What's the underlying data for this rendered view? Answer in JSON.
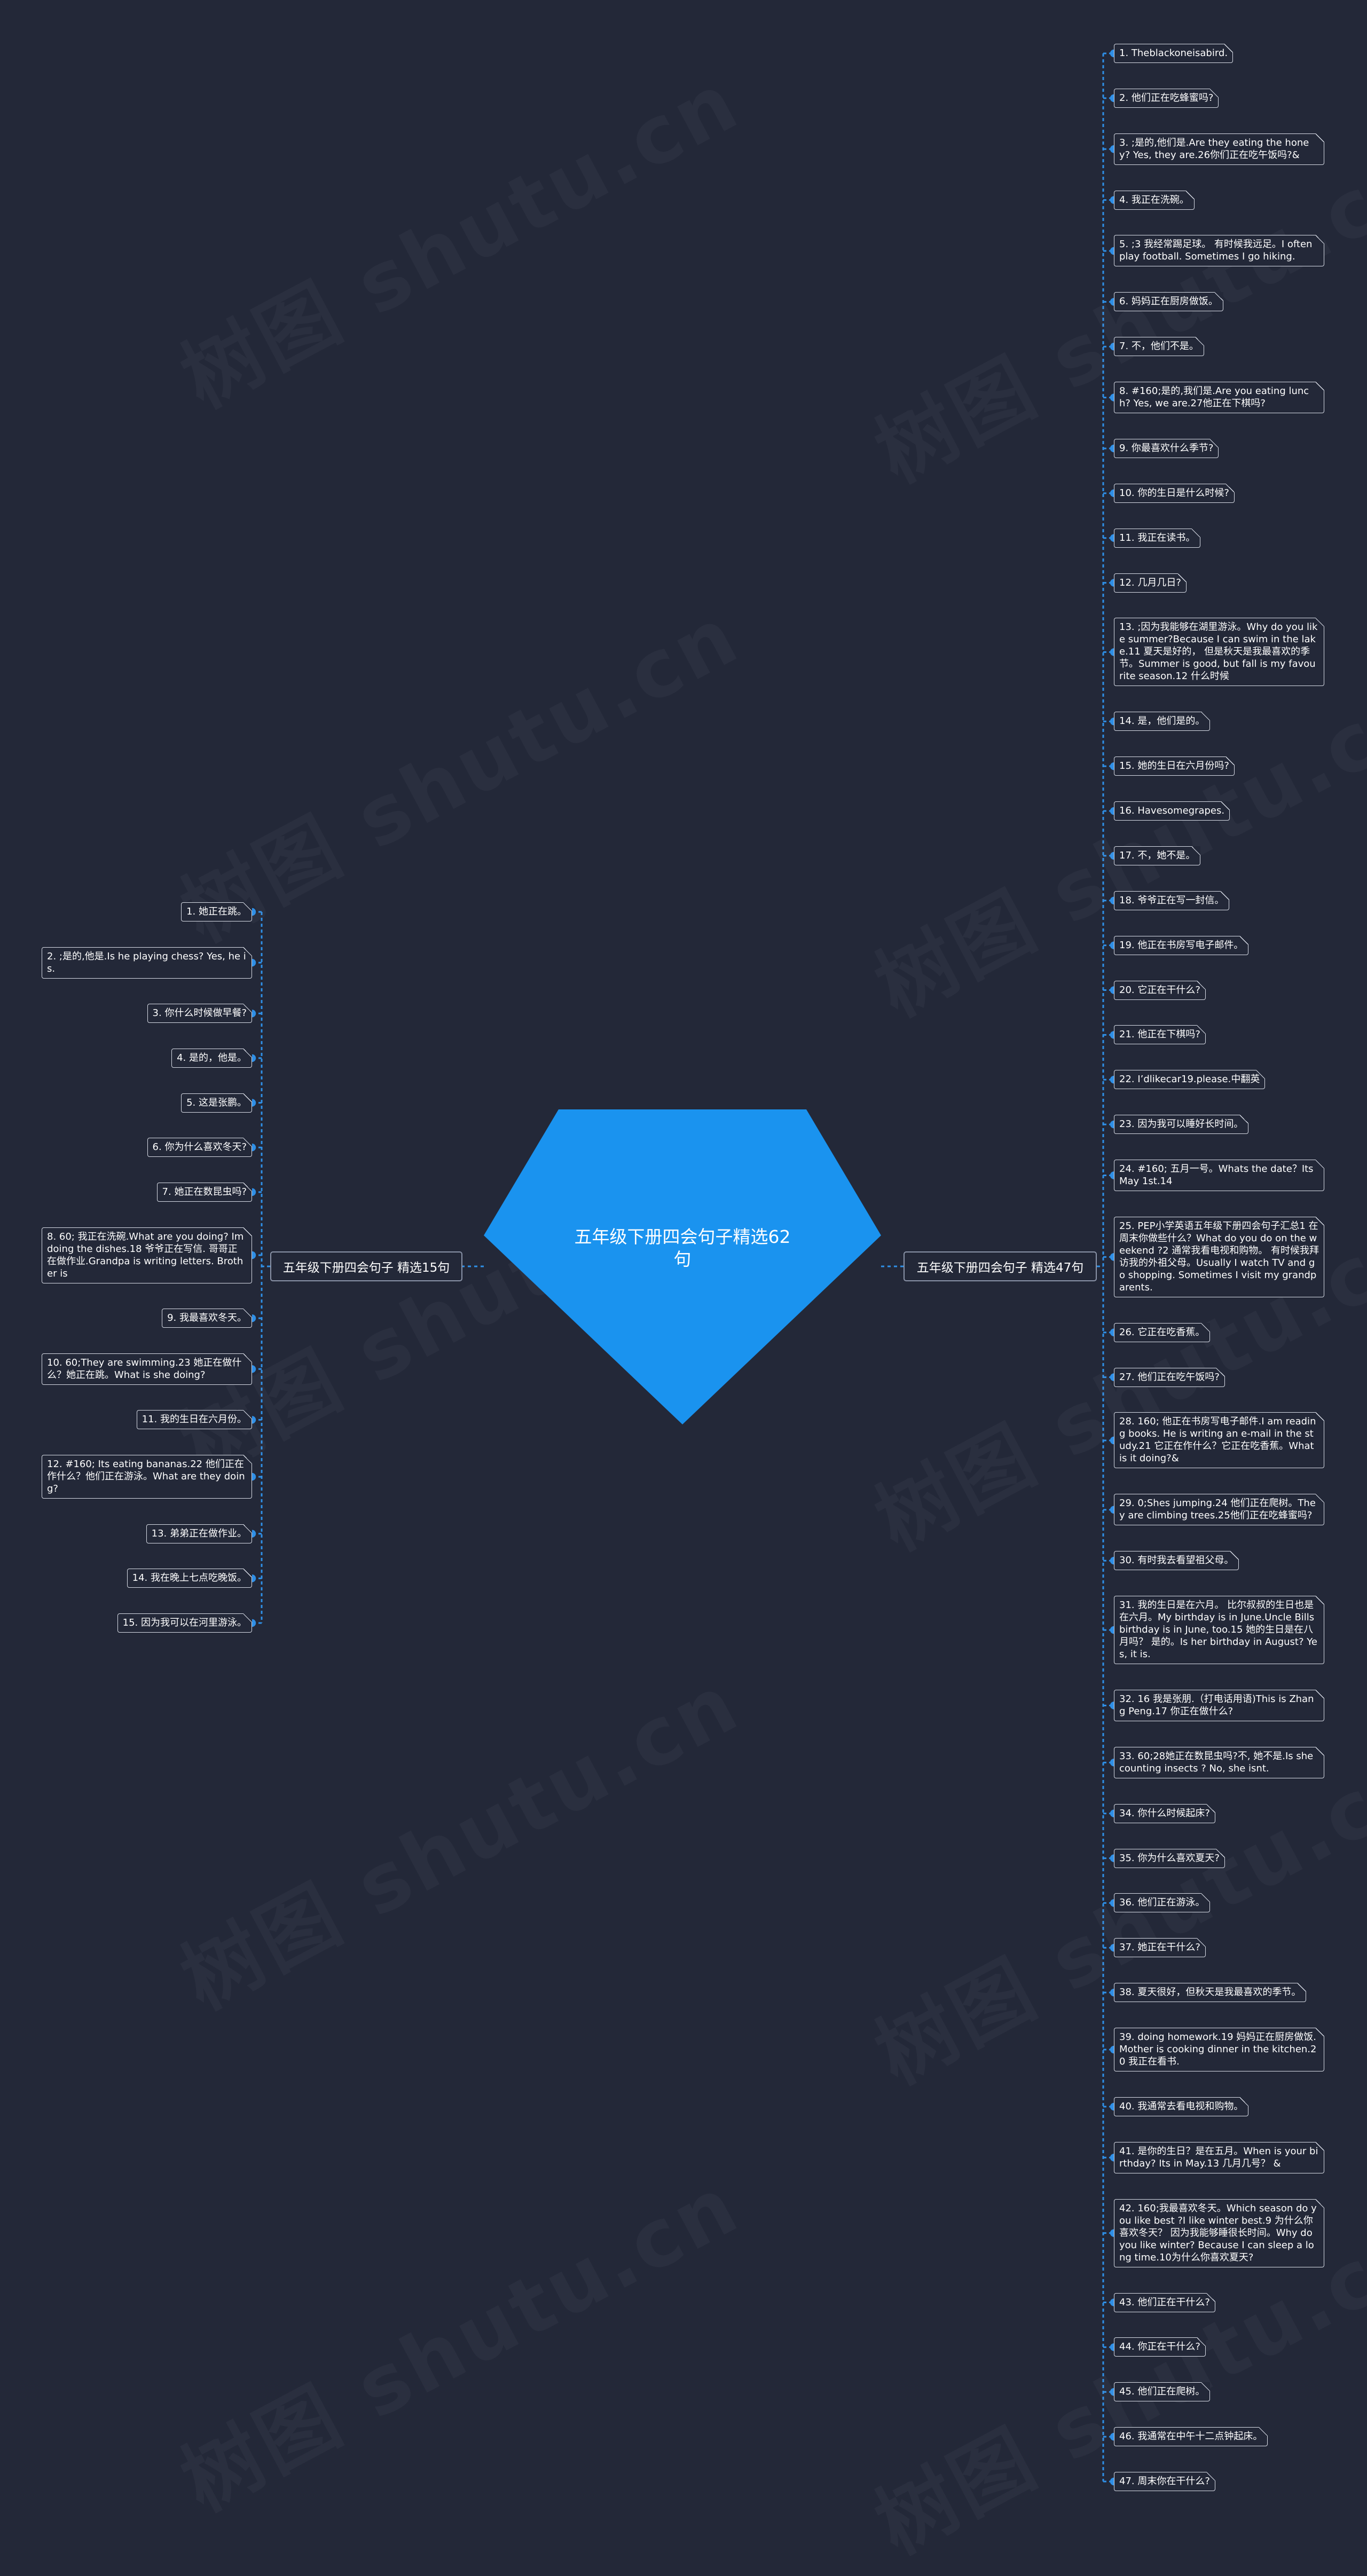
{
  "center": {
    "title": "五年级下册四会句子精选62句"
  },
  "branches": {
    "left": {
      "label": "五年级下册四会句子 精选15句"
    },
    "right": {
      "label": "五年级下册四会句子 精选47句"
    }
  },
  "watermark": "树图 shutu.cn",
  "colors": {
    "background": "#232838",
    "center": "#1a93ef",
    "connector": "#2f8fe6",
    "leaf_border": "#d8dce6"
  },
  "left_items": [
    "1. 她正在跳。",
    "2. ;是的,他是.Is he playing chess? Yes, he is.",
    "3. 你什么时候做早餐?",
    "4. 是的，他是。",
    "5. 这是张鹏。",
    "6. 你为什么喜欢冬天?",
    "7. 她正在数昆虫吗?",
    "8. 60; 我正在洗碗.What are you doing? Im doing the dishes.18 爷爷正在写信. 哥哥正在做作业.Grandpa is writing letters. Brother is",
    "9. 我最喜欢冬天。",
    "10. 60;They are swimming.23 她正在做什么？她正在跳。What is she doing?",
    "11. 我的生日在六月份。",
    "12. #160; Its eating bananas.22 他们正在作什么？他们正在游泳。What are they doing?",
    "13. 弟弟正在做作业。",
    "14. 我在晚上七点吃晚饭。",
    "15. 因为我可以在河里游泳。"
  ],
  "right_items": [
    "1. Theblackoneisabird.",
    "2. 他们正在吃蜂蜜吗?",
    "3. ;是的,他们是.Are they eating the honey? Yes, they are.26你们正在吃午饭吗?&",
    "4. 我正在洗碗。",
    "5. ;3 我经常踢足球。 有时候我远足。I often play football. Sometimes I go hiking.",
    "6. 妈妈正在厨房做饭。",
    "7. 不，他们不是。",
    "8. #160;是的,我们是.Are you eating lunch? Yes, we are.27他正在下棋吗?",
    "9. 你最喜欢什么季节?",
    "10. 你的生日是什么时候?",
    "11. 我正在读书。",
    "12. 几月几日?",
    "13. ;因为我能够在湖里游泳。Why do you like summer?Because I can swim in the lake.11 夏天是好的， 但是秋天是我最喜欢的季节。Summer is good, but fall is my favourite season.12 什么时候",
    "14. 是，他们是的。",
    "15. 她的生日在六月份吗?",
    "16. Havesomegrapes.",
    "17. 不，她不是。",
    "18. 爷爷正在写一封信。",
    "19. 他正在书房写电子邮件。",
    "20. 它正在干什么?",
    "21. 他正在下棋吗?",
    "22. I’dlikecar19.please.中翻英",
    "23. 因为我可以睡好长时间。",
    "24. #160; 五月一号。Whats the date？Its May 1st.14",
    "25. PEP小学英语五年级下册四会句子汇总1 在周末你做些什么？What do you do on the weekend ?2 通常我看电视和购物。 有时候我拜访我的外祖父母。Usually I watch TV and go shopping. Sometimes I visit my grandparents.",
    "26. 它正在吃香蕉。",
    "27. 他们正在吃午饭吗?",
    "28. 160; 他正在书房写电子邮件.I am reading books. He is writing an e-mail in the study.21 它正在作什么？它正在吃香蕉。What is it doing?&",
    "29. 0;Shes jumping.24 他们正在爬树。They are climbing trees.25他们正在吃蜂蜜吗?",
    "30. 有时我去看望祖父母。",
    "31. 我的生日是在六月。 比尔叔叔的生日也是在六月。My birthday is in June.Uncle Bills birthday is in June, too.15 她的生日是在八月吗？ 是的。Is her birthday in August? Yes, it is.",
    "32. 16 我是张朋.（打电话用语)This is Zhang Peng.17 你正在做什么?",
    "33. 60;28她正在数昆虫吗?不, 她不是.Is she counting insects ? No, she isnt.",
    "34. 你什么时候起床?",
    "35. 你为什么喜欢夏天?",
    "36. 他们正在游泳。",
    "37. 她正在干什么?",
    "38. 夏天很好，但秋天是我最喜欢的季节。",
    "39. doing homework.19 妈妈正在厨房做饭.Mother is cooking dinner in the kitchen.20 我正在看书.",
    "40. 我通常去看电视和购物。",
    "41. 是你的生日？是在五月。When is your birthday? Its in May.13 几月几号？ &",
    "42. 160;我最喜欢冬天。Which season do you like best ?I like winter best.9 为什么你喜欢冬天？ 因为我能够睡很长时间。Why do you like winter? Because I can sleep a long time.10为什么你喜欢夏天?",
    "43. 他们正在干什么?",
    "44. 你正在干什么?",
    "45. 他们正在爬树。",
    "46. 我通常在中午十二点钟起床。",
    "47. 周末你在干什么?"
  ]
}
